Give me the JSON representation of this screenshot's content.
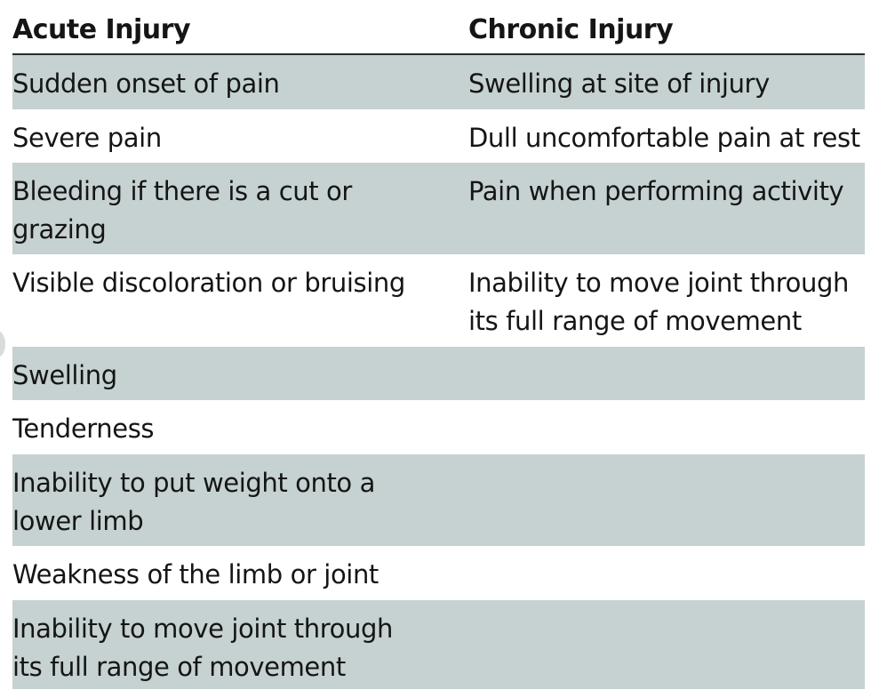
{
  "table": {
    "headers": [
      "Acute Injury",
      "Chronic Injury"
    ],
    "rows": [
      {
        "acute": "Sudden onset of pain",
        "chronic": "Swelling at site of injury"
      },
      {
        "acute": "Severe pain",
        "chronic": "Dull uncomfortable pain at rest"
      },
      {
        "acute": "Bleeding if there is a cut or grazing",
        "chronic": "Pain when performing activity"
      },
      {
        "acute": "Visible discoloration or bruising",
        "chronic": "Inability to move joint through its full range of movement"
      },
      {
        "acute": "Swelling",
        "chronic": ""
      },
      {
        "acute": "Tenderness",
        "chronic": ""
      },
      {
        "acute": "Inability to put weight onto a lower limb",
        "chronic": ""
      },
      {
        "acute": "Weakness of the limb or joint",
        "chronic": ""
      },
      {
        "acute": "Inability to move joint through its full range of movement",
        "chronic": ""
      }
    ]
  },
  "colors": {
    "shaded_row": "#c6d1d1",
    "header_rule": "#2b2b2b",
    "text": "#151515"
  }
}
